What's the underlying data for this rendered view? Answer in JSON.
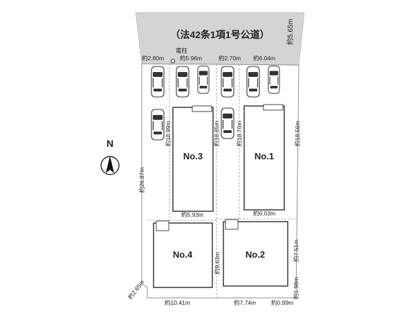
{
  "road": {
    "label": "（法42条1項1号公道）",
    "width": "約5.65m"
  },
  "pole_label": "電柱",
  "lots": [
    {
      "name": "No.3"
    },
    {
      "name": "No.1"
    },
    {
      "name": "No.4"
    },
    {
      "name": "No.2"
    }
  ],
  "north_label": "N",
  "dims": {
    "top_2_80": "約2.80m",
    "top_5_96": "約5.96m",
    "top_2_70": "約2.70m",
    "top_6_04": "約6.04m",
    "v_18_99": "約18.99m",
    "v_18_85": "約18.85m",
    "v_18_70": "約18.70m",
    "v_18_56": "約18.56m",
    "v_26_87": "約26.87m",
    "mid_5_93": "約5.93m",
    "mid_6_03": "約6.03m",
    "v_9_63": "約9.63m",
    "v_7_51": "約7.51m",
    "v_1_98": "約1.98m",
    "diag_2_65": "約2.65m",
    "bot_10_41": "約10.41m",
    "bot_7_74": "約7.74m",
    "bot_0_99": "約0.99m"
  },
  "colors": {
    "road": "#d4d4d4",
    "outline": "#8f8f8f",
    "house": "#444444"
  },
  "icons": [
    "car-icon",
    "north-arrow-icon",
    "utility-pole-icon"
  ]
}
